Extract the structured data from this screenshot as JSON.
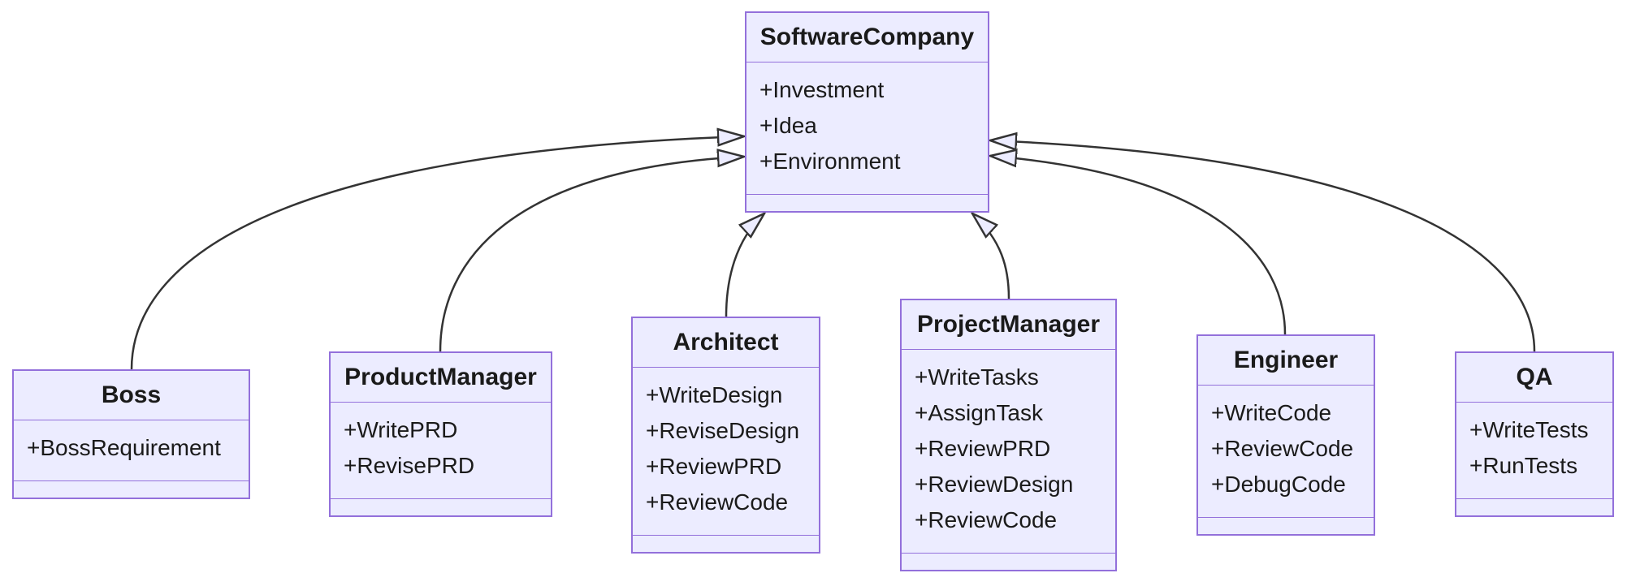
{
  "diagram": {
    "type": "uml-class-diagram",
    "colors": {
      "class_fill": "#ECECFF",
      "class_border": "#9370DB",
      "edge_line": "#333333",
      "arrowhead_fill": "#ECECFF",
      "text": "#1a1a1a",
      "background": "#ffffff"
    },
    "classes": [
      {
        "name": "SoftwareCompany",
        "attributes": [
          "+Investment",
          "+Idea",
          "+Environment"
        ],
        "methods": []
      },
      {
        "name": "Boss",
        "attributes": [
          "+BossRequirement"
        ],
        "methods": []
      },
      {
        "name": "ProductManager",
        "attributes": [
          "+WritePRD",
          "+RevisePRD"
        ],
        "methods": []
      },
      {
        "name": "Architect",
        "attributes": [
          "+WriteDesign",
          "+ReviseDesign",
          "+ReviewPRD",
          "+ReviewCode"
        ],
        "methods": []
      },
      {
        "name": "ProjectManager",
        "attributes": [
          "+WriteTasks",
          "+AssignTask",
          "+ReviewPRD",
          "+ReviewDesign",
          "+ReviewCode"
        ],
        "methods": []
      },
      {
        "name": "Engineer",
        "attributes": [
          "+WriteCode",
          "+ReviewCode",
          "+DebugCode"
        ],
        "methods": []
      },
      {
        "name": "QA",
        "attributes": [
          "+WriteTests",
          "+RunTests"
        ],
        "methods": []
      }
    ],
    "relations": [
      {
        "from": "Boss",
        "to": "SoftwareCompany",
        "type": "inheritance"
      },
      {
        "from": "ProductManager",
        "to": "SoftwareCompany",
        "type": "inheritance"
      },
      {
        "from": "Architect",
        "to": "SoftwareCompany",
        "type": "inheritance"
      },
      {
        "from": "ProjectManager",
        "to": "SoftwareCompany",
        "type": "inheritance"
      },
      {
        "from": "Engineer",
        "to": "SoftwareCompany",
        "type": "inheritance"
      },
      {
        "from": "QA",
        "to": "SoftwareCompany",
        "type": "inheritance"
      }
    ]
  }
}
